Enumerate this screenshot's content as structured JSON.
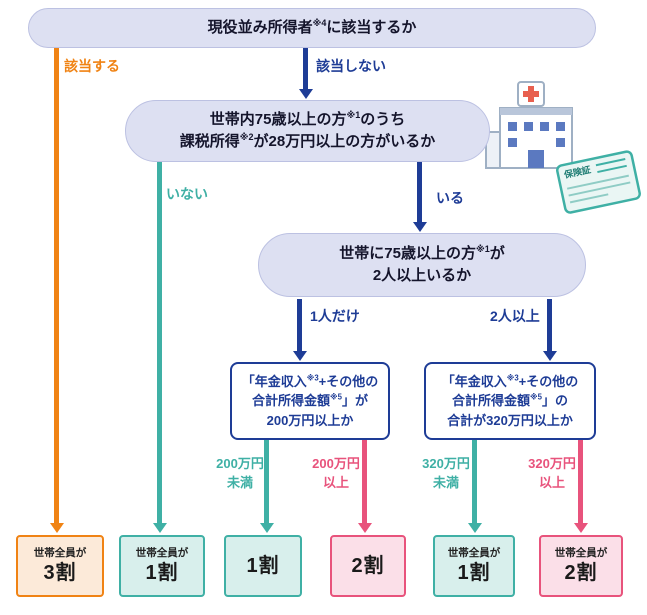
{
  "palette": {
    "navy": "#1e3c96",
    "teal": "#3fb0a5",
    "orange": "#f08314",
    "pink": "#e8537c",
    "pill_bg": "#dde0f2",
    "pill_border": "#bcc1e2",
    "teal_bg": "#d8efec",
    "pink_bg": "#fbdfe8",
    "orange_bg": "#fcead9"
  },
  "nodes": {
    "q1": {
      "pre": "現役並み所得者",
      "sup": "※4",
      "post": "に該当するか"
    },
    "q2": {
      "line1": {
        "pre": "世帯内75歳以上の方",
        "sup": "※1",
        "post": "のうち"
      },
      "line2": {
        "pre": "課税所得",
        "sup": "※2",
        "post": "が28万円以上の方がいるか"
      }
    },
    "q3": {
      "line1": {
        "pre": "世帯に75歳以上の方",
        "sup": "※1",
        "post": "が"
      },
      "line2": "2人以上いるか"
    },
    "q4": {
      "line1": {
        "pre": "「年金収入",
        "sup": "※3",
        "post": "+その他の"
      },
      "line2": {
        "pre": "合計所得金額",
        "sup": "※5",
        "post": "」が"
      },
      "line3": "200万円以上か"
    },
    "q5": {
      "line1": {
        "pre": "「年金収入",
        "sup": "※3",
        "post": "+その他の"
      },
      "line2": {
        "pre": "合計所得金額",
        "sup": "※5",
        "post": "」の"
      },
      "line3": "合計が320万円以上か"
    }
  },
  "edges": {
    "applies": "該当する",
    "not_applies": "該当しない",
    "none": "いない",
    "exists": "いる",
    "one_person": "1人だけ",
    "two_or_more": "2人以上",
    "under_2m": {
      "line1": "200万円",
      "line2": "未満"
    },
    "over_2m": {
      "line1": "200万円",
      "line2": "以上"
    },
    "under_3_2m": {
      "line1": "320万円",
      "line2": "未満"
    },
    "over_3_2m": {
      "line1": "320万円",
      "line2": "以上"
    }
  },
  "results": {
    "r1": {
      "caption": "世帯全員が",
      "value": "3割"
    },
    "r2": {
      "caption": "世帯全員が",
      "value": "1割"
    },
    "r3": {
      "value": "1割"
    },
    "r4": {
      "value": "2割"
    },
    "r5": {
      "caption": "世帯全員が",
      "value": "1割"
    },
    "r6": {
      "caption": "世帯全員が",
      "value": "2割"
    }
  },
  "illustration": {
    "card_label": "保険証"
  }
}
